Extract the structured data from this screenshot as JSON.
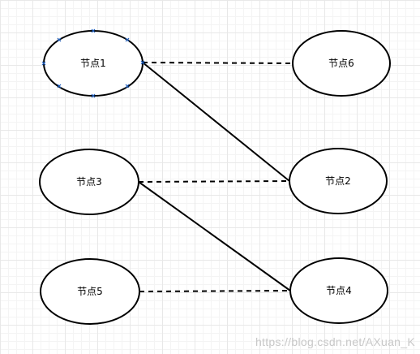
{
  "nodes": [
    {
      "id": "n1",
      "label": "节点1",
      "selected": true
    },
    {
      "id": "n6",
      "label": "节点6"
    },
    {
      "id": "n3",
      "label": "节点3"
    },
    {
      "id": "n2",
      "label": "节点2"
    },
    {
      "id": "n5",
      "label": "节点5"
    },
    {
      "id": "n4",
      "label": "节点4"
    }
  ],
  "edges": [
    {
      "from": "n1",
      "to": "n6",
      "style": "dashed"
    },
    {
      "from": "n1",
      "to": "n2",
      "style": "solid"
    },
    {
      "from": "n3",
      "to": "n2",
      "style": "dashed"
    },
    {
      "from": "n3",
      "to": "n4",
      "style": "solid"
    },
    {
      "from": "n5",
      "to": "n4",
      "style": "dashed"
    }
  ],
  "colors": {
    "stroke": "#000000",
    "fill": "#ffffff",
    "selection_handle": "#1f5fbf"
  },
  "watermark": "https://blog.csdn.net/AXuan_K"
}
